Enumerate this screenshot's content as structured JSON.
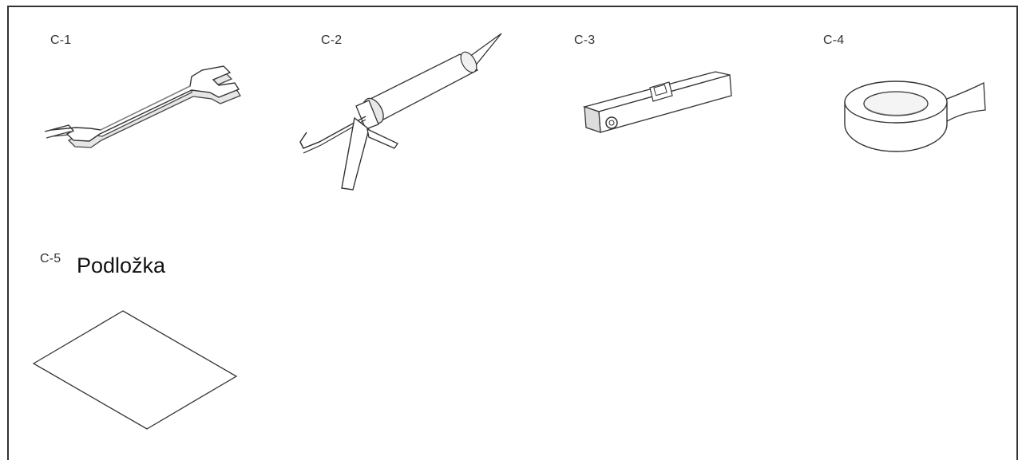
{
  "items": [
    {
      "id": "C-1",
      "icon": "wrench-icon"
    },
    {
      "id": "C-2",
      "icon": "caulking-gun-icon"
    },
    {
      "id": "C-3",
      "icon": "spirit-level-icon"
    },
    {
      "id": "C-4",
      "icon": "tape-roll-icon"
    },
    {
      "id": "C-5",
      "icon": "pad-sheet-icon",
      "caption": "Podložka"
    }
  ]
}
